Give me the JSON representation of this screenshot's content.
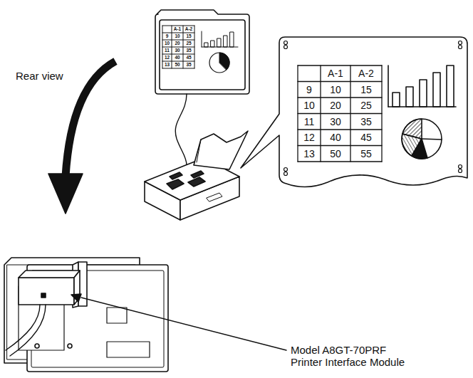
{
  "diagram": {
    "labels": [
      "Rear view",
      "A-1",
      "A-2",
      "9",
      "10",
      "15",
      "10",
      "20",
      "25",
      "11",
      "30",
      "35",
      "12",
      "40",
      "45",
      "13",
      "50",
      "55",
      "A-1",
      "A-2",
      "9",
      "10",
      "15",
      "10",
      "20",
      "25",
      "11",
      "30",
      "35",
      "12",
      "40",
      "45",
      "13",
      "50",
      "35",
      "Model A8GT-70PRF Printer Interface Module"
    ]
  }
}
